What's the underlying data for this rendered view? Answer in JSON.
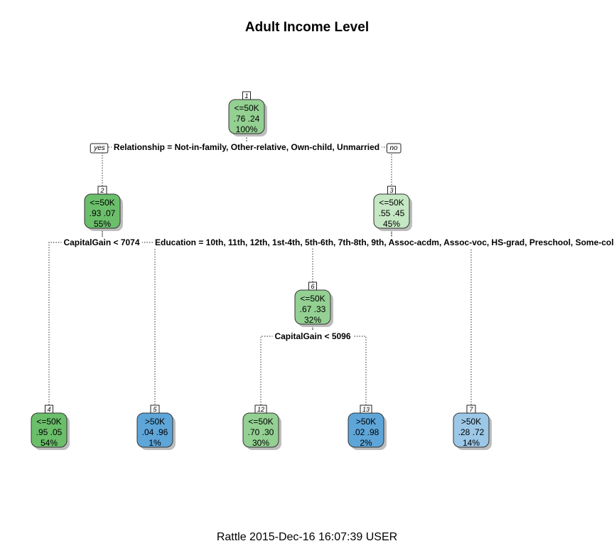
{
  "title": "Adult Income Level",
  "footer": "Rattle 2015-Dec-16 16:07:39 USER",
  "branch_labels": {
    "yes": "yes",
    "no": "no"
  },
  "colors": {
    "le50k_strong": "#6bbf6b",
    "le50k_mid": "#93d092",
    "le50k_light": "#c5e7c3",
    "gt50k_strong": "#5ea5d8",
    "gt50k_light": "#9cc7e7"
  },
  "nodes": [
    {
      "id": "1",
      "class": "<=50K",
      "probs": ".76  .24",
      "pct": "100%",
      "color": "le50k_mid"
    },
    {
      "id": "2",
      "class": "<=50K",
      "probs": ".93  .07",
      "pct": "55%",
      "color": "le50k_strong"
    },
    {
      "id": "3",
      "class": "<=50K",
      "probs": ".55  .45",
      "pct": "45%",
      "color": "le50k_light"
    },
    {
      "id": "6",
      "class": "<=50K",
      "probs": ".67  .33",
      "pct": "32%",
      "color": "le50k_mid"
    },
    {
      "id": "4",
      "class": "<=50K",
      "probs": ".95  .05",
      "pct": "54%",
      "color": "le50k_strong"
    },
    {
      "id": "5",
      "class": ">50K",
      "probs": ".04  .96",
      "pct": "1%",
      "color": "gt50k_strong"
    },
    {
      "id": "12",
      "class": "<=50K",
      "probs": ".70  .30",
      "pct": "30%",
      "color": "le50k_mid"
    },
    {
      "id": "13",
      "class": ">50K",
      "probs": ".02  .98",
      "pct": "2%",
      "color": "gt50k_strong"
    },
    {
      "id": "7",
      "class": ">50K",
      "probs": ".28  .72",
      "pct": "14%",
      "color": "gt50k_light"
    }
  ],
  "splits": {
    "root": "Relationship =  Not-in-family, Other-relative, Own-child, Unmarried",
    "node2": "CapitalGain < 7074",
    "node3": "Education =  10th, 11th, 12th, 1st-4th, 5th-6th, 7th-8th, 9th, Assoc-acdm, Assoc-voc, HS-grad, Preschool, Some-college",
    "node6": "CapitalGain < 5096"
  }
}
